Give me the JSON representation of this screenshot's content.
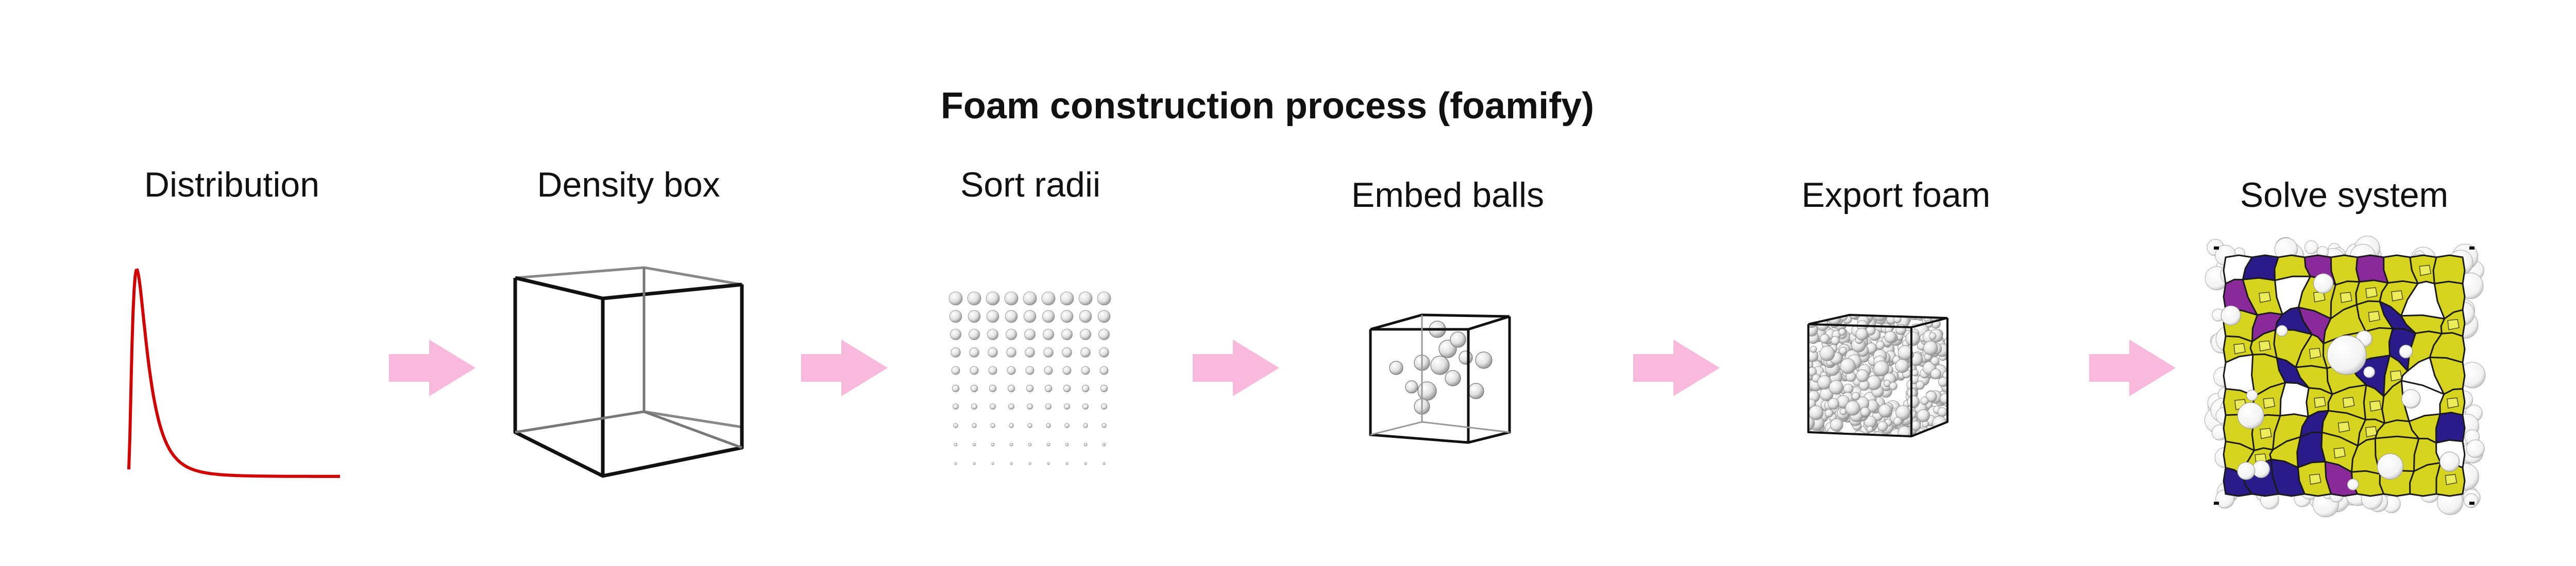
{
  "title": "Foam construction process (foamify)",
  "steps": [
    {
      "label": "Distribution",
      "icon": "lognormal-distribution-curve"
    },
    {
      "label": "Density box",
      "icon": "wireframe-cube"
    },
    {
      "label": "Sort radii",
      "icon": "sorted-spheres-grid"
    },
    {
      "label": "Embed balls",
      "icon": "cube-with-embedded-spheres"
    },
    {
      "label": "Export foam",
      "icon": "cube-filled-with-spheres"
    },
    {
      "label": "Solve system",
      "icon": "voronoi-foam-cells"
    }
  ],
  "colors": {
    "curve": "#d40000",
    "arrow": "#f9b9dc",
    "cell_fill": "#d6d41e",
    "cell_face_dark": "#2a1a8a",
    "cell_face_purple": "#8a2a9a",
    "sphere": "#e6e6e6"
  }
}
